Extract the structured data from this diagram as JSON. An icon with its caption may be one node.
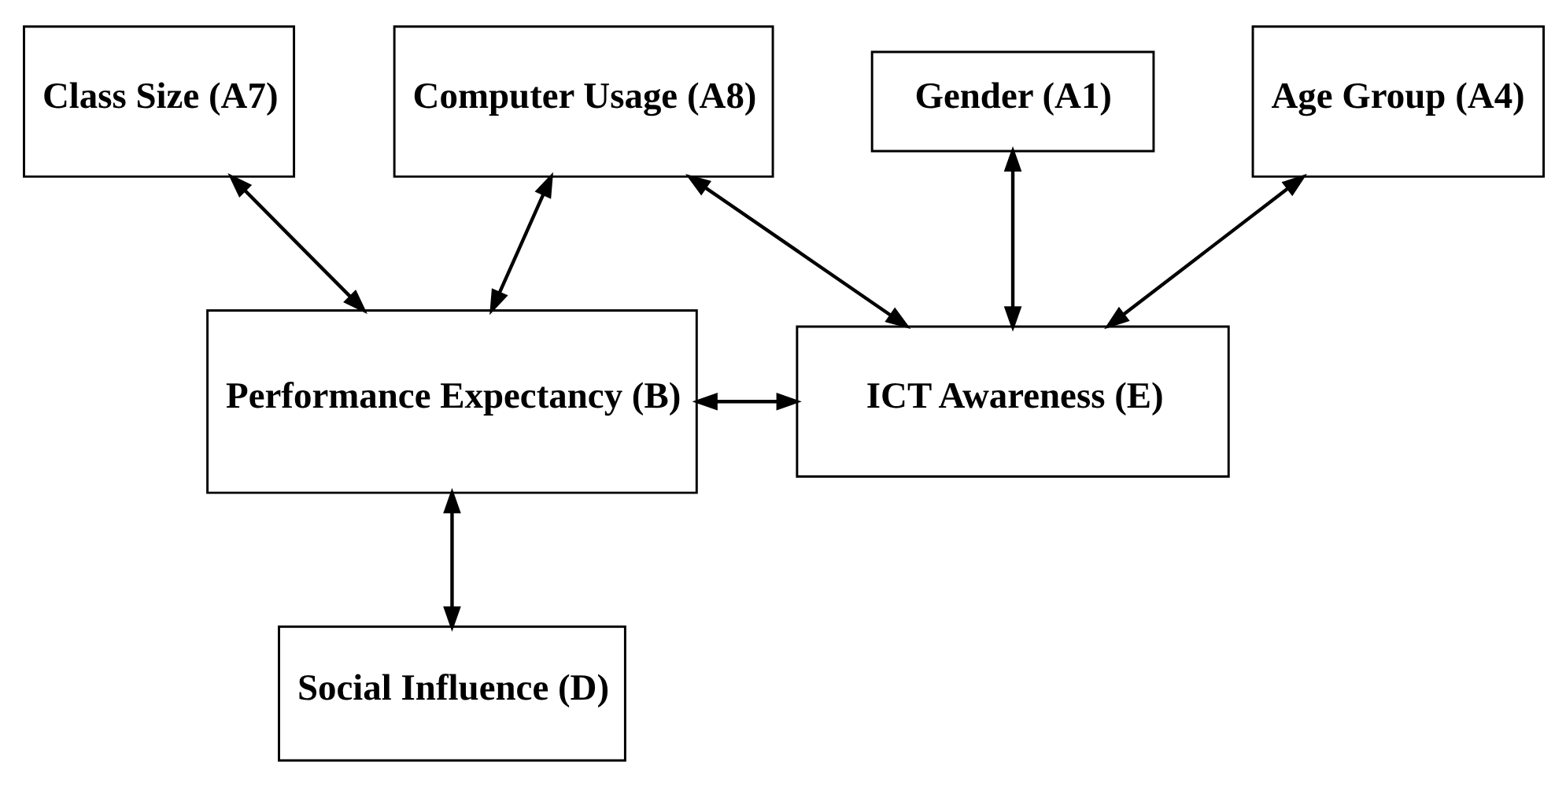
{
  "diagram": {
    "nodes": [
      {
        "text": [
          "Class Size (A7)"
        ]
      },
      {
        "text": [
          "Computer Usage (A8)"
        ]
      },
      {
        "text": [
          "Gender (A1)"
        ]
      },
      {
        "text": [
          "Age Group (A4)"
        ]
      },
      {
        "text": [
          "Performance Expectancy (B)"
        ]
      },
      {
        "text": [
          "ICT Awareness (E)"
        ]
      },
      {
        "text": [
          "Social Influence (D)"
        ]
      }
    ],
    "edges": [
      {
        "from": 0,
        "to": 4,
        "arrow": "both"
      },
      {
        "from": 1,
        "to": 4,
        "arrow": "both"
      },
      {
        "from": 1,
        "to": 5,
        "arrow": "both"
      },
      {
        "from": 2,
        "to": 5,
        "arrow": "both"
      },
      {
        "from": 3,
        "to": 5,
        "arrow": "both"
      },
      {
        "from": 4,
        "to": 5,
        "arrow": "both"
      },
      {
        "from": 4,
        "to": 6,
        "arrow": "both"
      }
    ]
  }
}
